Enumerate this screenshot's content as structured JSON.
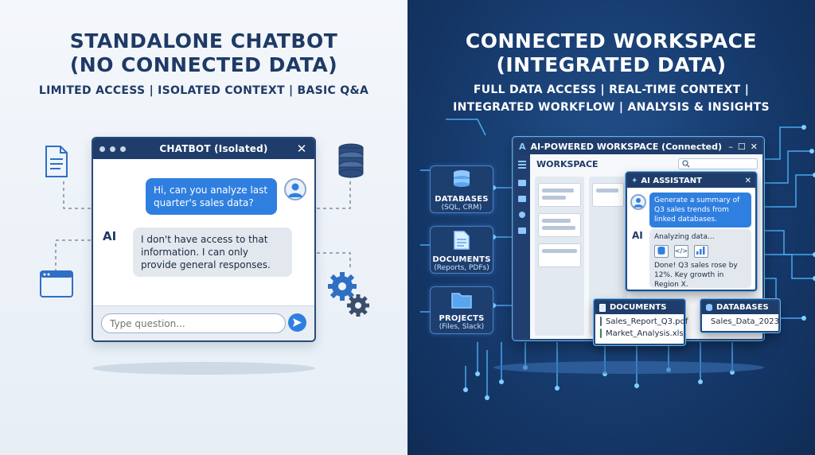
{
  "left": {
    "title_line1": "STANDALONE CHATBOT",
    "title_line2": "(NO CONNECTED DATA)",
    "subtitle": "LIMITED ACCESS | ISOLATED CONTEXT | BASIC Q&A",
    "chat": {
      "window_title": "CHATBOT (Isolated)",
      "close_glyph": "✕",
      "user_message": "Hi, can you analyze last quarter's sales data?",
      "ai_label": "AI",
      "ai_message": "I don't have access to that information. I can only provide general responses.",
      "input_placeholder": "Type question...",
      "send_icon": "paper-plane-icon"
    },
    "disconnected_icons": [
      "document-icon",
      "database-icon",
      "browser-window-icon",
      "gears-icon"
    ]
  },
  "right": {
    "title_line1": "CONNECTED WORKSPACE",
    "title_line2": "(INTEGRATED DATA)",
    "subtitle_line1": "FULL DATA ACCESS | REAL-TIME CONTEXT |",
    "subtitle_line2": "INTEGRATED WORKFLOW | ANALYSIS & INSIGHTS",
    "workspace": {
      "window_title": "AI-POWERED WORKSPACE (Connected)",
      "app_badge": "A",
      "controls": [
        "–",
        "☐",
        "✕"
      ],
      "header": "WORKSPACE"
    },
    "assistant": {
      "title": "AI ASSISTANT",
      "sparkle": "✦",
      "close_glyph": "✕",
      "user_message": "Generate a summary of Q3 sales trends from linked databases.",
      "ai_label": "AI",
      "status": "Analyzing data...",
      "tool_code": "</>",
      "result": "Done! Q3 sales rose by 12%. Key growth in Region X."
    },
    "sources": [
      {
        "label": "DATABASES",
        "detail": "(SQL, CRM)"
      },
      {
        "label": "DOCUMENTS",
        "detail": "(Reports, PDFs)"
      },
      {
        "label": "PROJECTS",
        "detail": "(Files, Slack)"
      }
    ],
    "documents_panel": {
      "title": "DOCUMENTS",
      "files": [
        "Sales_Report_Q3.pdf",
        "Market_Analysis.xls"
      ]
    },
    "databases_panel": {
      "title": "DATABASES",
      "items": [
        "Sales_Data_2023"
      ]
    }
  },
  "colors": {
    "navy": "#1f3d6b",
    "accent_blue": "#2f7fe0",
    "glow_cyan": "#5db8ff",
    "right_bg": "#163a6c",
    "left_bg": "#eef3f8"
  }
}
